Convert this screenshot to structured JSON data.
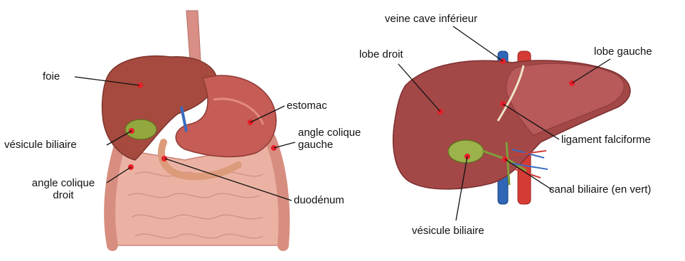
{
  "left_figure": {
    "labels": {
      "foie": "foie",
      "estomac": "estomac",
      "vesicule": "vésicule biliaire",
      "angle_gauche_l1": "angle colique",
      "angle_gauche_l2": "gauche",
      "angle_droit_l1": "angle colique",
      "angle_droit_l2": "droit",
      "duodenum": "duodénum"
    }
  },
  "right_figure": {
    "labels": {
      "veine_cave": "veine cave inférieur",
      "lobe_droit": "lobe droit",
      "lobe_gauche": "lobe gauche",
      "ligament": "ligament falciforme",
      "canal": "canal biliaire (en vert)",
      "vesicule": "vésicule biliaire"
    }
  },
  "colors": {
    "liver": "#a0403f",
    "liver_light": "#c45a57",
    "stomach": "#c05a57",
    "intestine": "#e7a79a",
    "gallbladder": "#8fa83a",
    "vein_blue": "#2c63b3",
    "artery_red": "#d43a35",
    "label_dot": "#e8202a"
  }
}
